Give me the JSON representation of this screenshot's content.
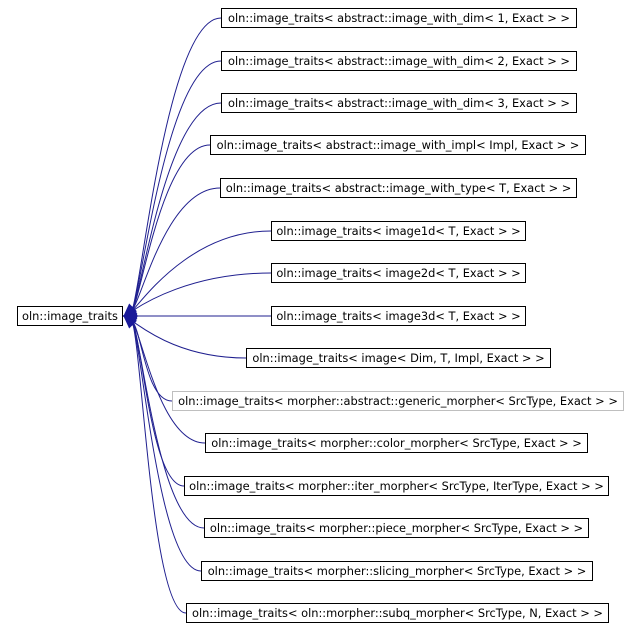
{
  "base_class": {
    "label": "oln::image_traits"
  },
  "derived_classes": [
    {
      "label": "oln::image_traits< abstract::image_with_dim< 1, Exact > >",
      "style": "normal"
    },
    {
      "label": "oln::image_traits< abstract::image_with_dim< 2, Exact > >",
      "style": "normal"
    },
    {
      "label": "oln::image_traits< abstract::image_with_dim< 3, Exact > >",
      "style": "normal"
    },
    {
      "label": "oln::image_traits< abstract::image_with_impl< Impl, Exact > >",
      "style": "normal"
    },
    {
      "label": "oln::image_traits< abstract::image_with_type< T, Exact > >",
      "style": "normal"
    },
    {
      "label": "oln::image_traits< image1d< T, Exact > >",
      "style": "normal"
    },
    {
      "label": "oln::image_traits< image2d< T, Exact > >",
      "style": "normal"
    },
    {
      "label": "oln::image_traits< image3d< T, Exact > >",
      "style": "normal"
    },
    {
      "label": "oln::image_traits< image< Dim, T, Impl, Exact > >",
      "style": "normal"
    },
    {
      "label": "oln::image_traits< morpher::abstract::generic_morpher< SrcType, Exact > >",
      "style": "grey"
    },
    {
      "label": "oln::image_traits< morpher::color_morpher< SrcType, Exact > >",
      "style": "normal"
    },
    {
      "label": "oln::image_traits< morpher::iter_morpher< SrcType, IterType, Exact > >",
      "style": "normal"
    },
    {
      "label": "oln::image_traits< morpher::piece_morpher< SrcType, Exact > >",
      "style": "normal"
    },
    {
      "label": "oln::image_traits< morpher::slicing_morpher< SrcType, Exact > >",
      "style": "normal"
    },
    {
      "label": "oln::image_traits< oln::morpher::subq_morpher< SrcType, N, Exact > >",
      "style": "normal"
    }
  ],
  "colors": {
    "edge": "#1f1f8f",
    "arrowhead": "#1a1a99",
    "node_border": "#000000",
    "node_border_grey": "#bfbfbf"
  }
}
